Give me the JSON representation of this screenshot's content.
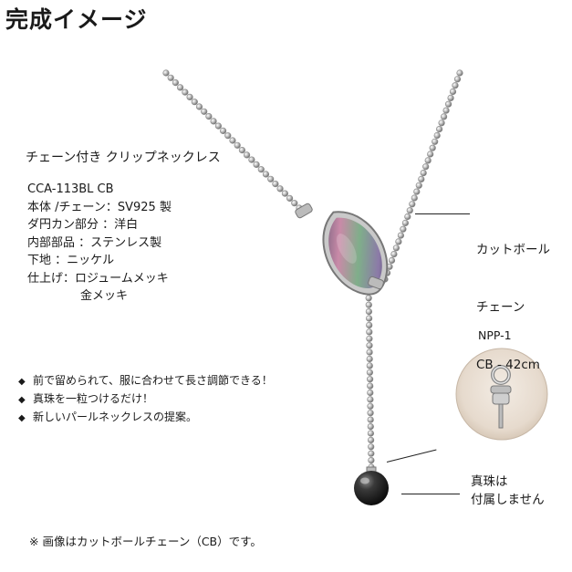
{
  "header": {
    "title": "完成イメージ"
  },
  "product": {
    "title": "チェーン付き クリップネックレス",
    "specs": [
      "CCA-113BL CB",
      "本体 /チェーン：SV925 製",
      "ダ円カン部分 ：洋白",
      "内部部品 ：ステンレス製",
      "下地 ：ニッケル",
      "仕上げ：ロジュームメッキ"
    ],
    "spec_extra": "金メッキ"
  },
  "features": {
    "bullet": "◆",
    "items": [
      "前で留められて、服に合わせて長さ調節できる！",
      "真珠を一粒つけるだけ！",
      "新しいパールネックレスの提案。"
    ]
  },
  "callouts": {
    "chain": [
      "カットボール",
      "チェーン",
      "CB - 42cm"
    ],
    "npp": "NPP-1",
    "pearl": [
      "真珠は",
      "付属しません"
    ]
  },
  "footnote": "※ 画像はカットボールチェーン（CB）です。"
}
